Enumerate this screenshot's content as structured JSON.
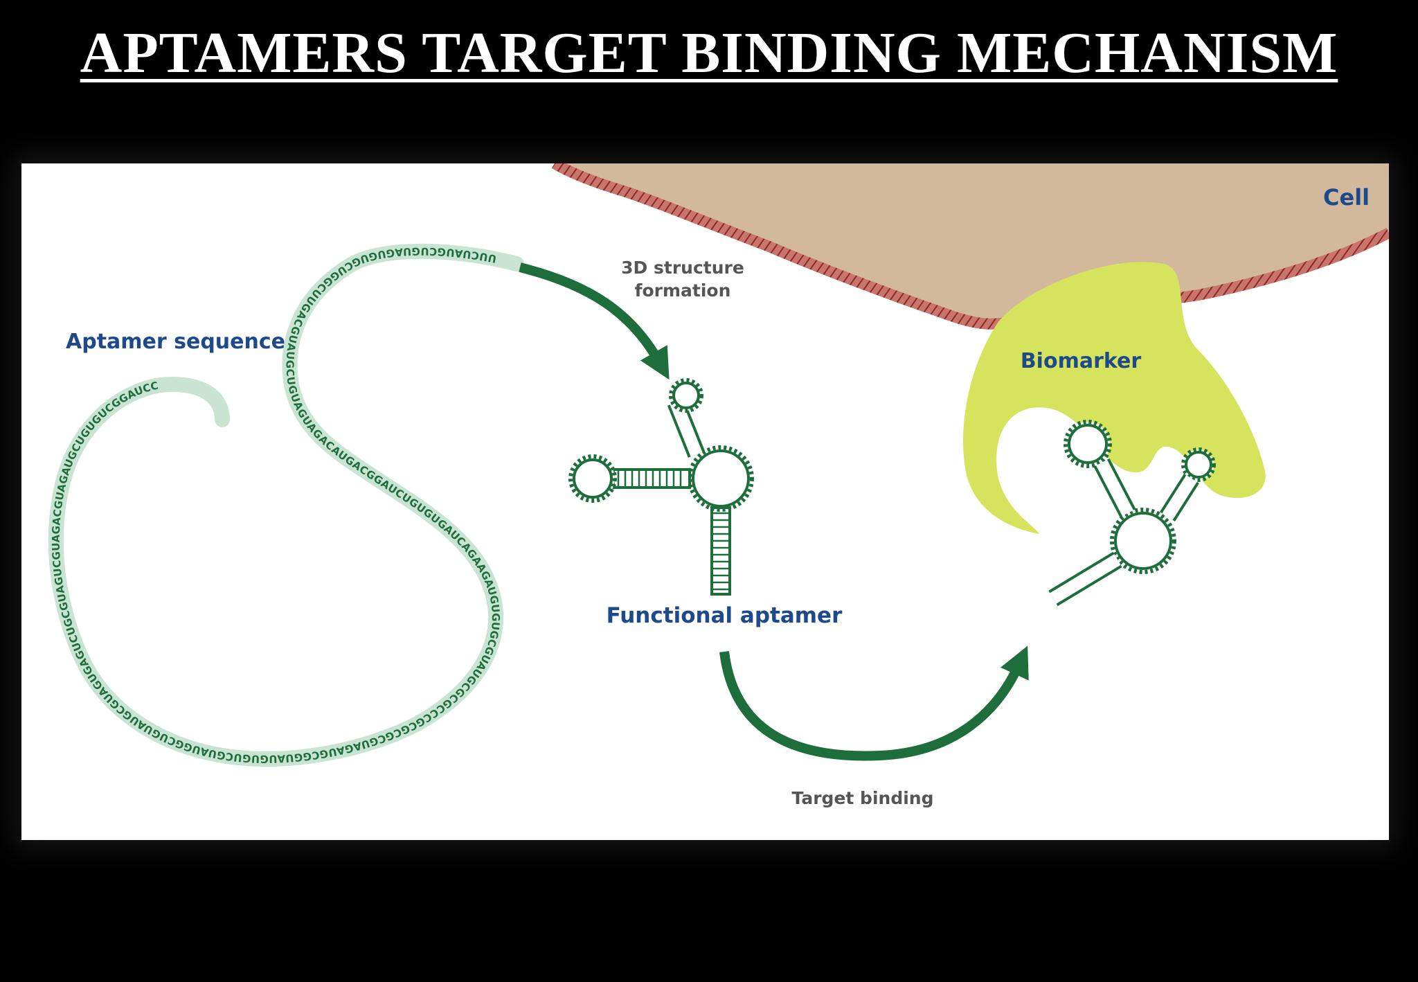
{
  "title": "APTAMERS TARGET BINDING MECHANISM",
  "diagram": {
    "labels": {
      "cell": "Cell",
      "aptamer_sequence": "Aptamer sequence",
      "structure_line1": "3D structure",
      "structure_line2": "formation",
      "functional_aptamer": "Functional aptamer",
      "biomarker": "Biomarker",
      "target_binding": "Target binding"
    },
    "sequence_text": "UUCUAUGCUGUAGUGUGCUGGCUUGACGUAUGCUGUAGUAGACAUGACGGAUCUGUGUGAUCAGAAGAUGUGUGCGUAUGCGCGCCCGCGCGCGUAGAUGCGGUAUGUGUCGUAUGGCUGUAUGCGUAGUGAGUCUGCGUAGUCGUAGACGUAGAUGCUGUGUCGGAUCC",
    "colors": {
      "background": "#000000",
      "panel": "#ffffff",
      "label_blue": "#1e4a8c",
      "label_gray": "#555555",
      "aptamer_green": "#1e6e3c",
      "strand_fill": "#c9e4d3",
      "cell_tan": "#d2b99b",
      "membrane_red": "#a33a35",
      "biomarker_yellow": "#d6e35c"
    }
  }
}
